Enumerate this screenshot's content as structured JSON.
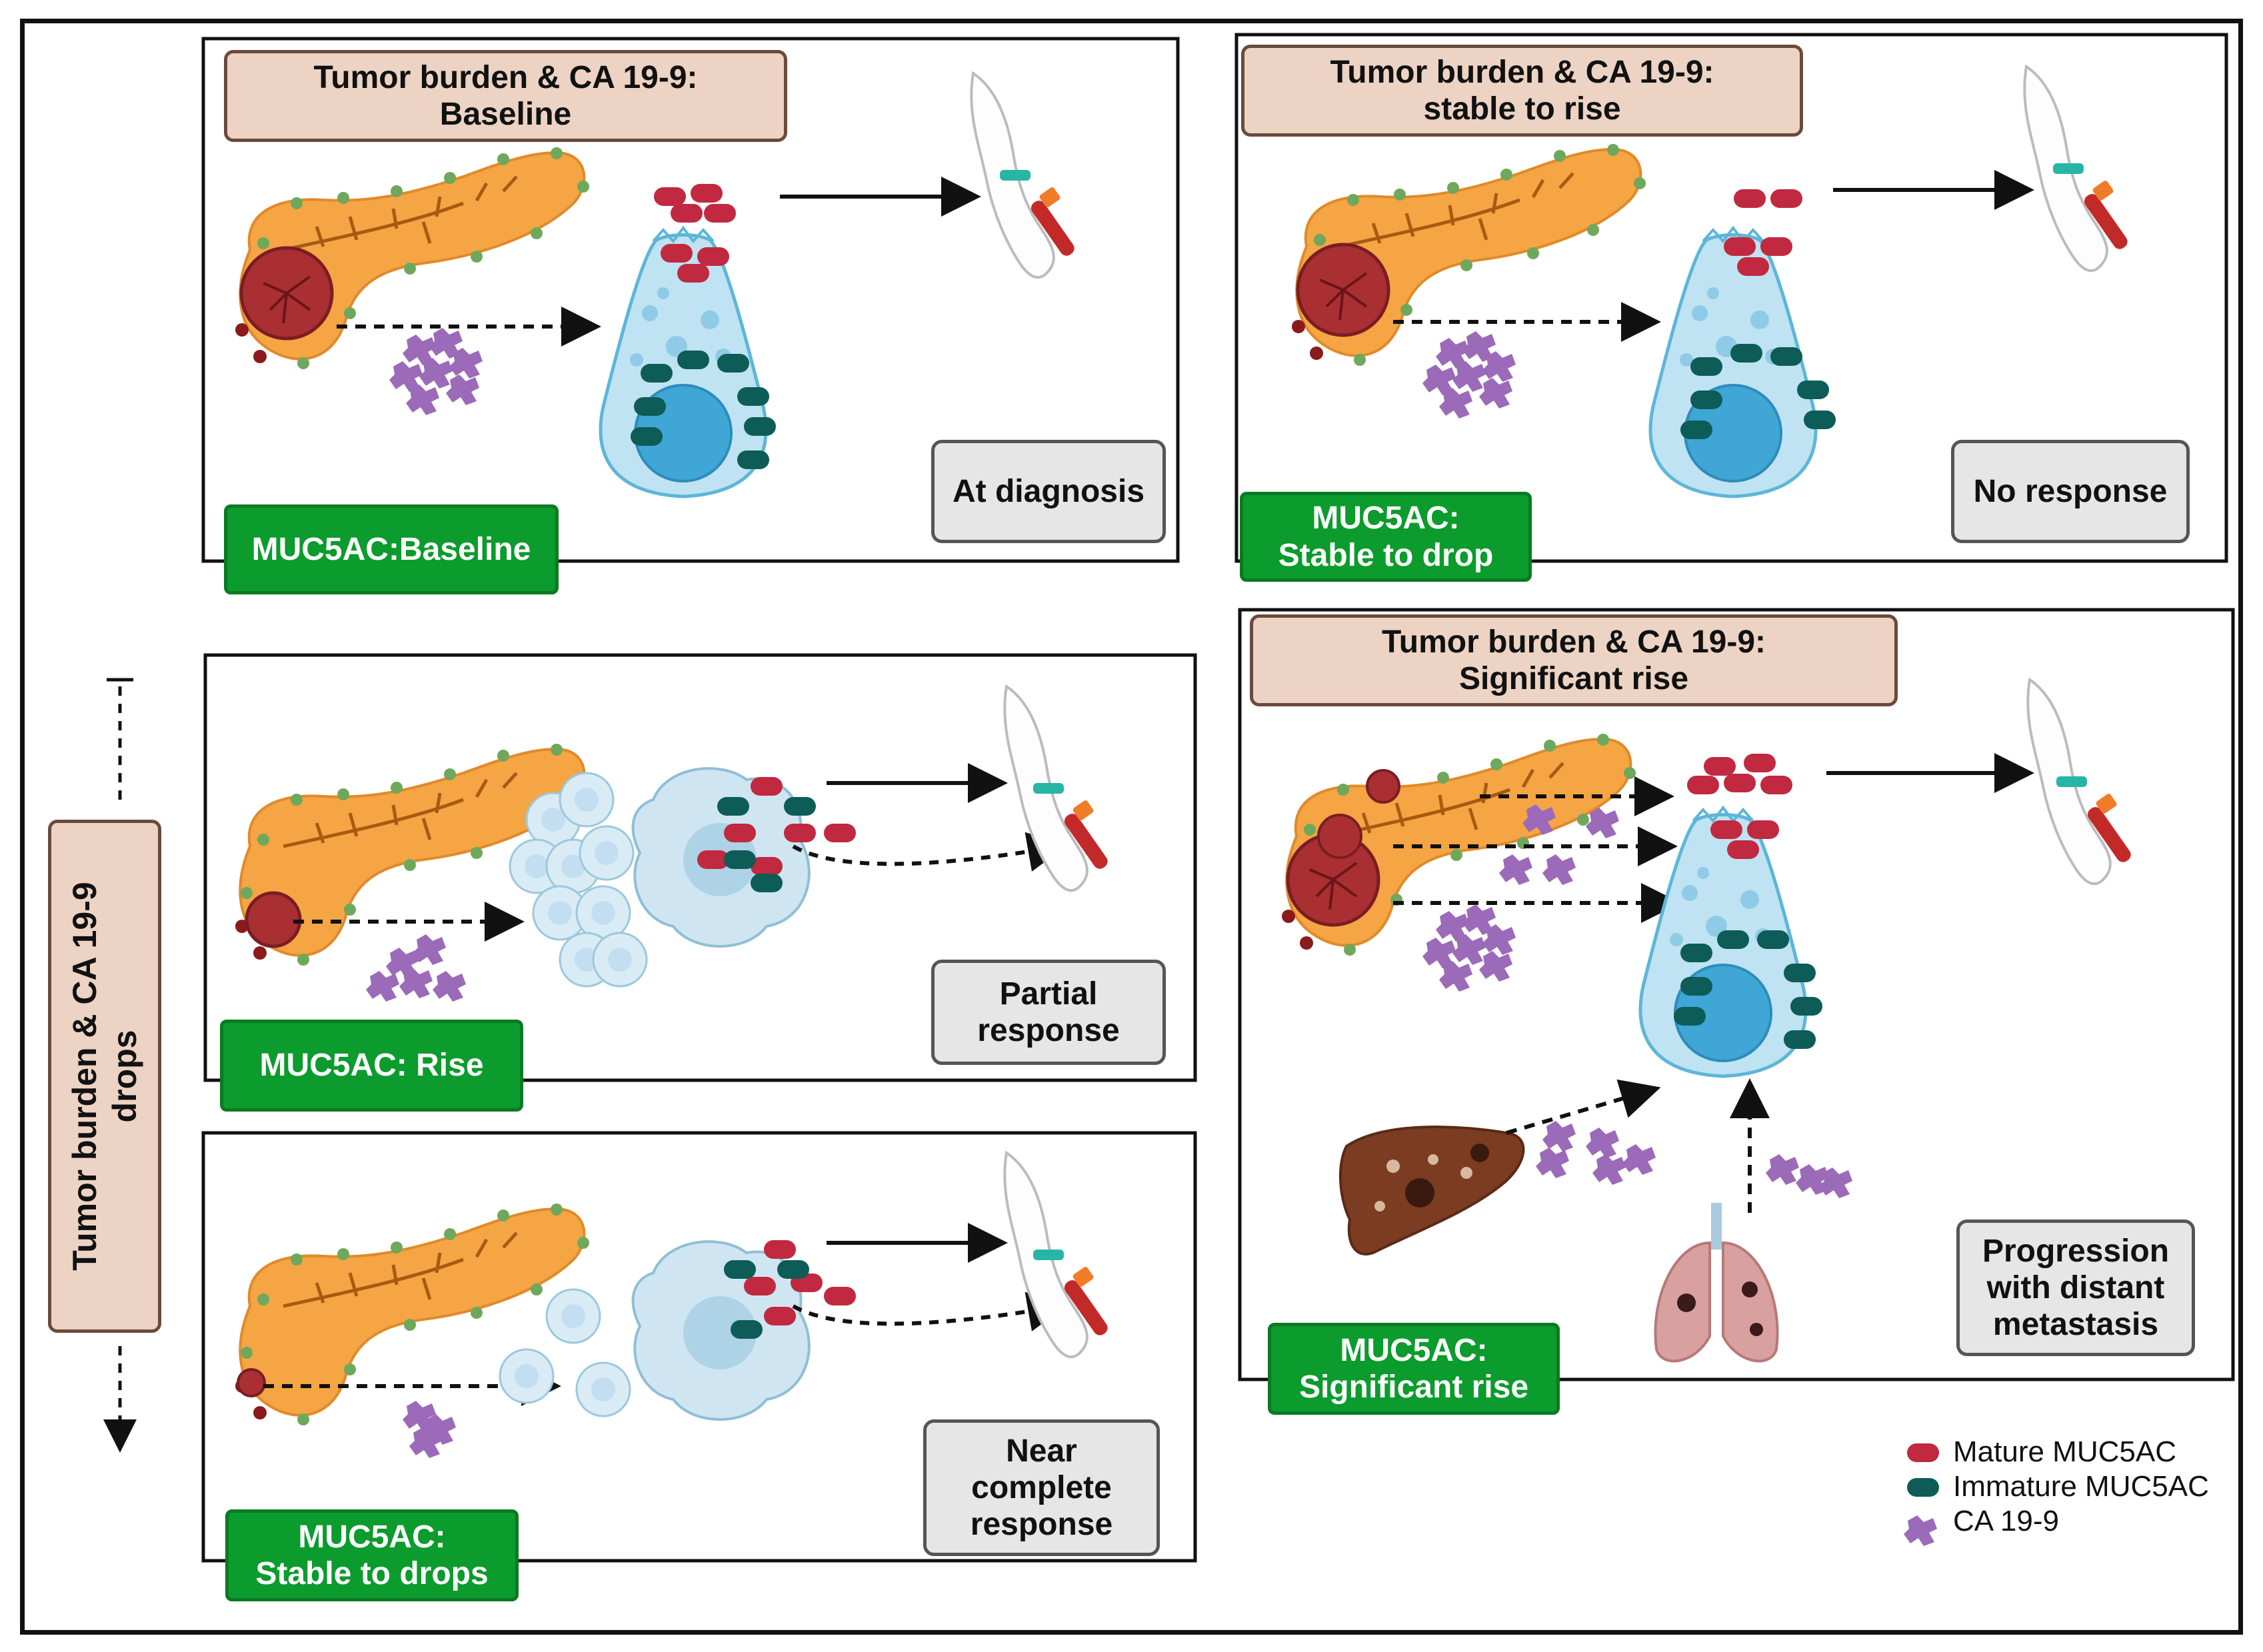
{
  "panels": {
    "diagnosis": {
      "header_line1": "Tumor burden & CA 19-9:",
      "header_line2": "Baseline",
      "outcome": "At diagnosis",
      "muc5ac": "MUC5AC:Baseline"
    },
    "no_response": {
      "header_line1": "Tumor burden & CA 19-9:",
      "header_line2": "stable to rise",
      "outcome": "No response",
      "muc5ac_line1": "MUC5AC:",
      "muc5ac_line2": "Stable to drop"
    },
    "partial": {
      "outcome_line1": "Partial",
      "outcome_line2": "response",
      "muc5ac": "MUC5AC: Rise"
    },
    "near_complete": {
      "outcome_line1": "Near",
      "outcome_line2": "complete",
      "outcome_line3": "response",
      "muc5ac_line1": "MUC5AC:",
      "muc5ac_line2": "Stable to drops"
    },
    "progression": {
      "header_line1": "Tumor burden & CA 19-9:",
      "header_line2": "Significant rise",
      "outcome_line1": "Progression",
      "outcome_line2": "with distant",
      "outcome_line3": "metastasis",
      "muc5ac_line1": "MUC5AC:",
      "muc5ac_line2": "Significant rise"
    }
  },
  "side_label": {
    "line1": "Tumor burden & CA 19-9",
    "line2": "drops"
  },
  "legend": {
    "mature": "Mature MUC5AC",
    "immature": "Immature MUC5AC",
    "ca199": "CA 19-9"
  },
  "colors": {
    "mature": "#c0293f",
    "immature": "#0d5c57",
    "ca199": "#9b6ab8",
    "pancreas": "#f5a544",
    "tumor": "#a92f33",
    "cell": "#bfe3f2",
    "nucleus": "#3fa6d6",
    "tag_green": "#0c9b2d",
    "tag_tan": "#ecd3c4"
  }
}
